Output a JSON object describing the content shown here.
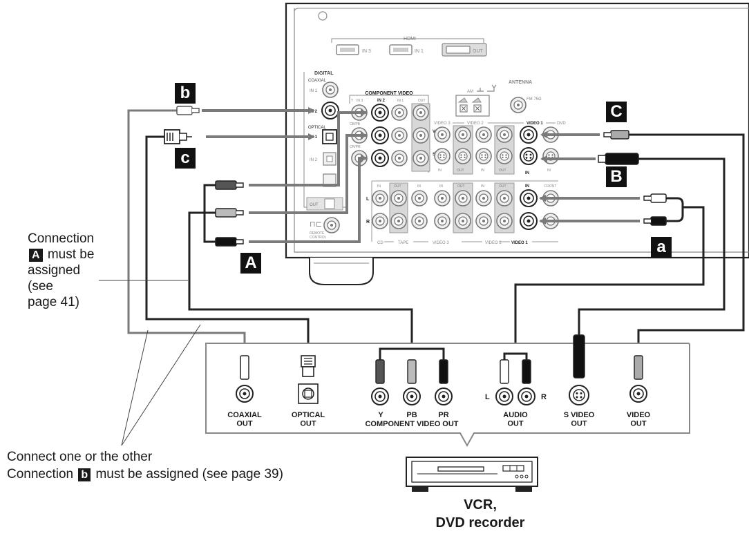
{
  "receiver": {
    "hdmi_title": "HDMI",
    "hdmi_in3": "IN 3",
    "hdmi_in1": "IN 1",
    "hdmi_out": "OUT",
    "digital_title": "DIGITAL",
    "coaxial_title": "COAXIAL",
    "coax_in1": "IN 1",
    "coax_in2": "IN 2",
    "optical_title": "OPTICAL",
    "opt_in1": "IN 1",
    "opt_in2": "IN 2",
    "optical_out": "OUT",
    "component_title": "COMPONENT VIDEO",
    "comp_in3": "IN 3",
    "comp_in2": "IN 2",
    "comp_in1": "IN 1",
    "comp_out": "OUT",
    "comp_y": "Y",
    "comp_cb": "CB/PB",
    "comp_cr": "CR/PR",
    "antenna_title": "ANTENNA",
    "am": "AM",
    "fm": "FM 75Ω",
    "video3": "VIDEO 3",
    "video2": "VIDEO 2",
    "video1": "VIDEO 1",
    "dvd": "DVD",
    "v_label": "V",
    "s_label": "S",
    "in_label": "IN",
    "out_label": "OUT",
    "front": "FRONT",
    "left_label": "L",
    "right_label": "R",
    "cd": "CD",
    "tape": "TAPE",
    "video3_bottom": "VIDEO 3",
    "video2_bottom": "VIDEO 2",
    "video1_bottom": "VIDEO 1",
    "remote": "REMOTE\nCONTROL"
  },
  "tags": {
    "a": "a",
    "A": "A",
    "b": "b",
    "B": "B",
    "c": "c",
    "C": "C"
  },
  "annotations": {
    "conn_a_line1": "Connection",
    "conn_a_box": "A",
    "conn_a_line2": "must be",
    "conn_a_line3": "assigned",
    "conn_a_line4": "(see",
    "conn_a_line5": "page 41)",
    "either": "Connect one or the other",
    "conn_b_prefix": "Connection",
    "conn_b_box": "b",
    "conn_b_suffix": "must be assigned (see page 39)"
  },
  "device": {
    "coaxial_out": "COAXIAL\nOUT",
    "optical_out": "OPTICAL\nOUT",
    "y": "Y",
    "pb": "PB",
    "pr": "PR",
    "component_out": "COMPONENT VIDEO OUT",
    "audio_l": "L",
    "audio_r": "R",
    "audio_out": "AUDIO\nOUT",
    "svideo_out": "S VIDEO\nOUT",
    "video_out": "VIDEO\nOUT",
    "name_line1": "VCR,",
    "name_line2": "DVD recorder"
  }
}
